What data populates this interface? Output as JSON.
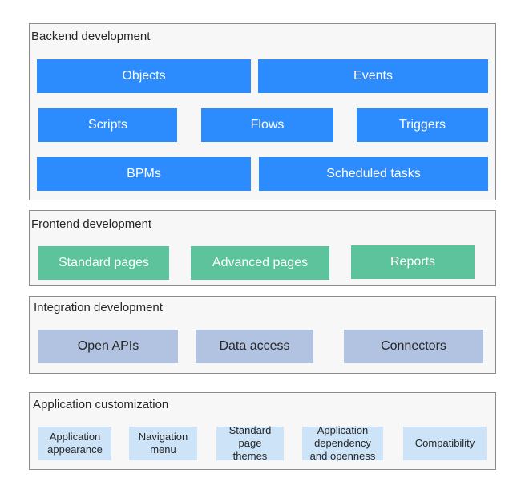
{
  "colors": {
    "panel_background": "#f7f7f7",
    "panel_border": "#8c8c8c",
    "backend_box": "#2d8cfd",
    "frontend_box": "#5cc39d",
    "integration_box": "#b1c3e1",
    "customization_box": "#cde4f8"
  },
  "backend": {
    "title": "Backend development",
    "items": [
      "Objects",
      "Events",
      "Scripts",
      "Flows",
      "Triggers",
      "BPMs",
      "Scheduled tasks"
    ]
  },
  "frontend": {
    "title": "Frontend development",
    "items": [
      "Standard pages",
      "Advanced pages",
      "Reports"
    ]
  },
  "integration": {
    "title": "Integration development",
    "items": [
      "Open APIs",
      "Data access",
      "Connectors"
    ]
  },
  "customization": {
    "title": "Application customization",
    "items": [
      "Application\nappearance",
      "Navigation\nmenu",
      "Standard\npage\nthemes",
      "Application\ndependency\nand openness",
      "Compatibility"
    ]
  }
}
